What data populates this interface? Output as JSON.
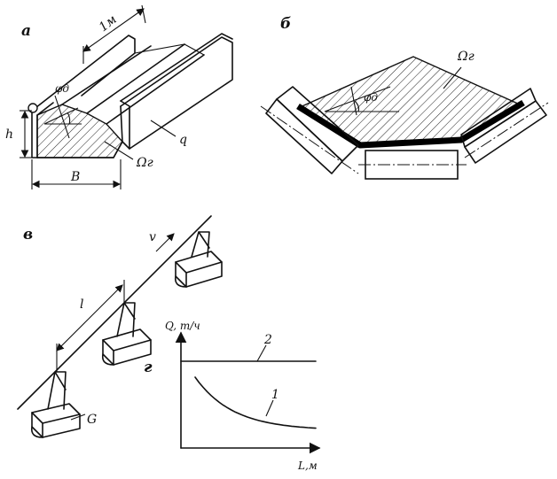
{
  "panels": {
    "a": {
      "label": "а",
      "dim_length": "1м",
      "angle": "φд",
      "height": "h",
      "width": "B",
      "load": "q",
      "area": "Ωг"
    },
    "b": {
      "label": "б",
      "angle": "φд",
      "area": "Ωг"
    },
    "v": {
      "label": "в",
      "speed": "v",
      "spacing": "l",
      "weight": "G"
    },
    "g": {
      "label": "г"
    }
  },
  "chart_data": {
    "type": "line",
    "xlabel": "L,м",
    "ylabel": "Q, т/ч",
    "series": [
      {
        "name": "2",
        "shape": "constant"
      },
      {
        "name": "1",
        "shape": "decreasing"
      }
    ],
    "grid": false
  }
}
